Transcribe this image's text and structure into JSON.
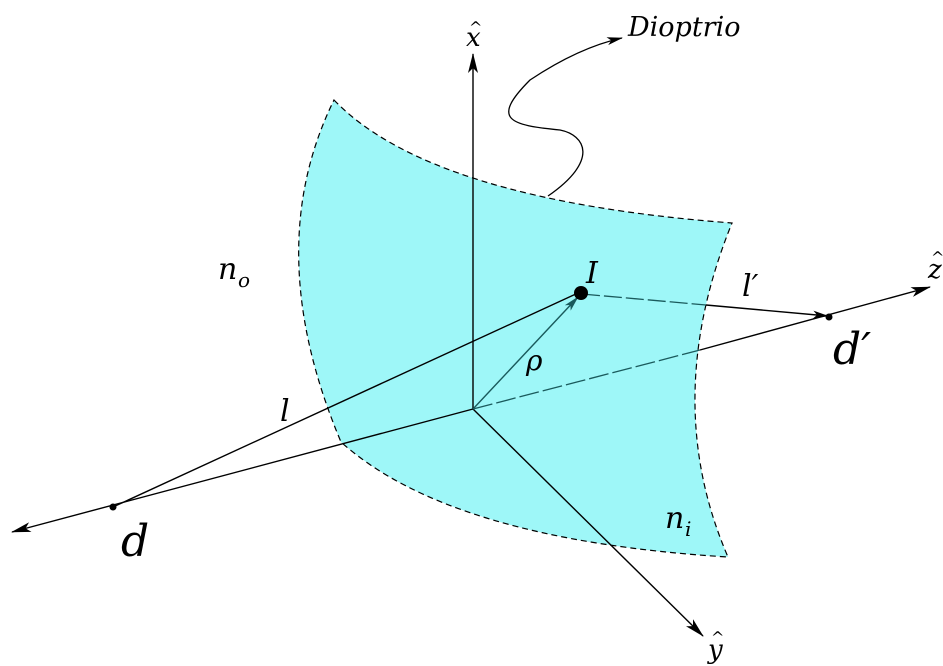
{
  "diagram": {
    "title": "",
    "colors": {
      "surface_fill": "#9ef7f8",
      "line": "#000000",
      "hidden_line": "#1a5a5c"
    },
    "labels": {
      "dioptrio": "Dioptrio",
      "axis_x": "x",
      "axis_y": "y",
      "axis_z": "z",
      "n_outside": "n",
      "n_outside_sub": "o",
      "n_inside": "n",
      "n_inside_sub": "i",
      "point_I": "I",
      "l_prime": "l′",
      "l": "l",
      "rho": "ρ",
      "d": "d",
      "d_prime": "d′"
    }
  }
}
